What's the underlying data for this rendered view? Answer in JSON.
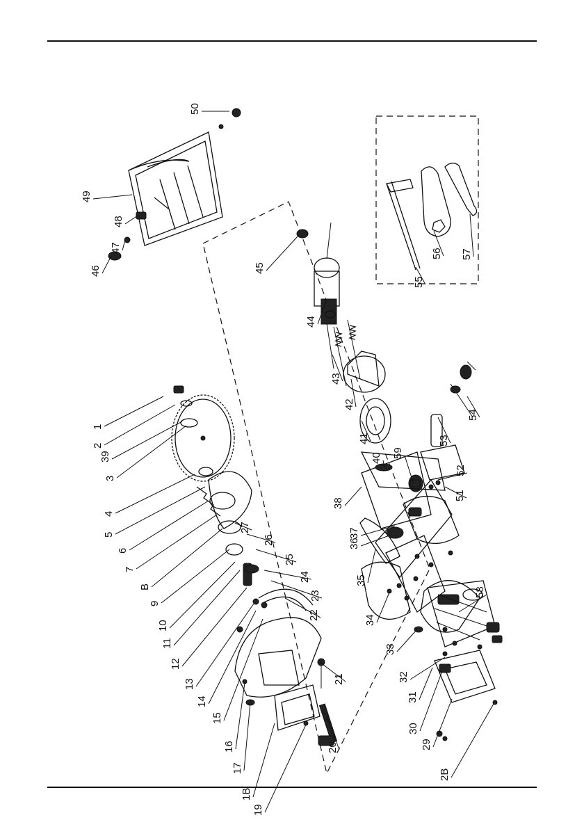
{
  "parts": {
    "p1": "1",
    "p2": "2",
    "p3": "3",
    "p4": "4",
    "p5": "5",
    "p6": "6",
    "p7": "7",
    "p8": "B",
    "p9": "9",
    "p10": "10",
    "p11": "11",
    "p12": "12",
    "p13": "13",
    "p14": "14",
    "p15": "15",
    "p16": "16",
    "p17": "17",
    "p18": "1B",
    "p19": "19",
    "p20": "20",
    "p21": "21",
    "p22": "22",
    "p23": "23",
    "p24": "24",
    "p25": "25",
    "p26": "26",
    "p27": "27",
    "p28": "2B",
    "p29": "29",
    "p30": "30",
    "p31": "31",
    "p32": "32",
    "p33": "33",
    "p34": "34",
    "p35": "35",
    "p36": "36",
    "p37": "37",
    "p38": "38",
    "p39": "39",
    "p40": "40",
    "p41": "41",
    "p42": "42",
    "p43": "43",
    "p44": "44",
    "p45": "45",
    "p46": "46",
    "p47": "47",
    "p48": "48",
    "p49": "49",
    "p50": "50",
    "p51": "51",
    "p52": "52",
    "p53": "53",
    "p54": "54",
    "p55": "55",
    "p56": "56",
    "p57": "57",
    "p58": "58",
    "p59": "59"
  }
}
